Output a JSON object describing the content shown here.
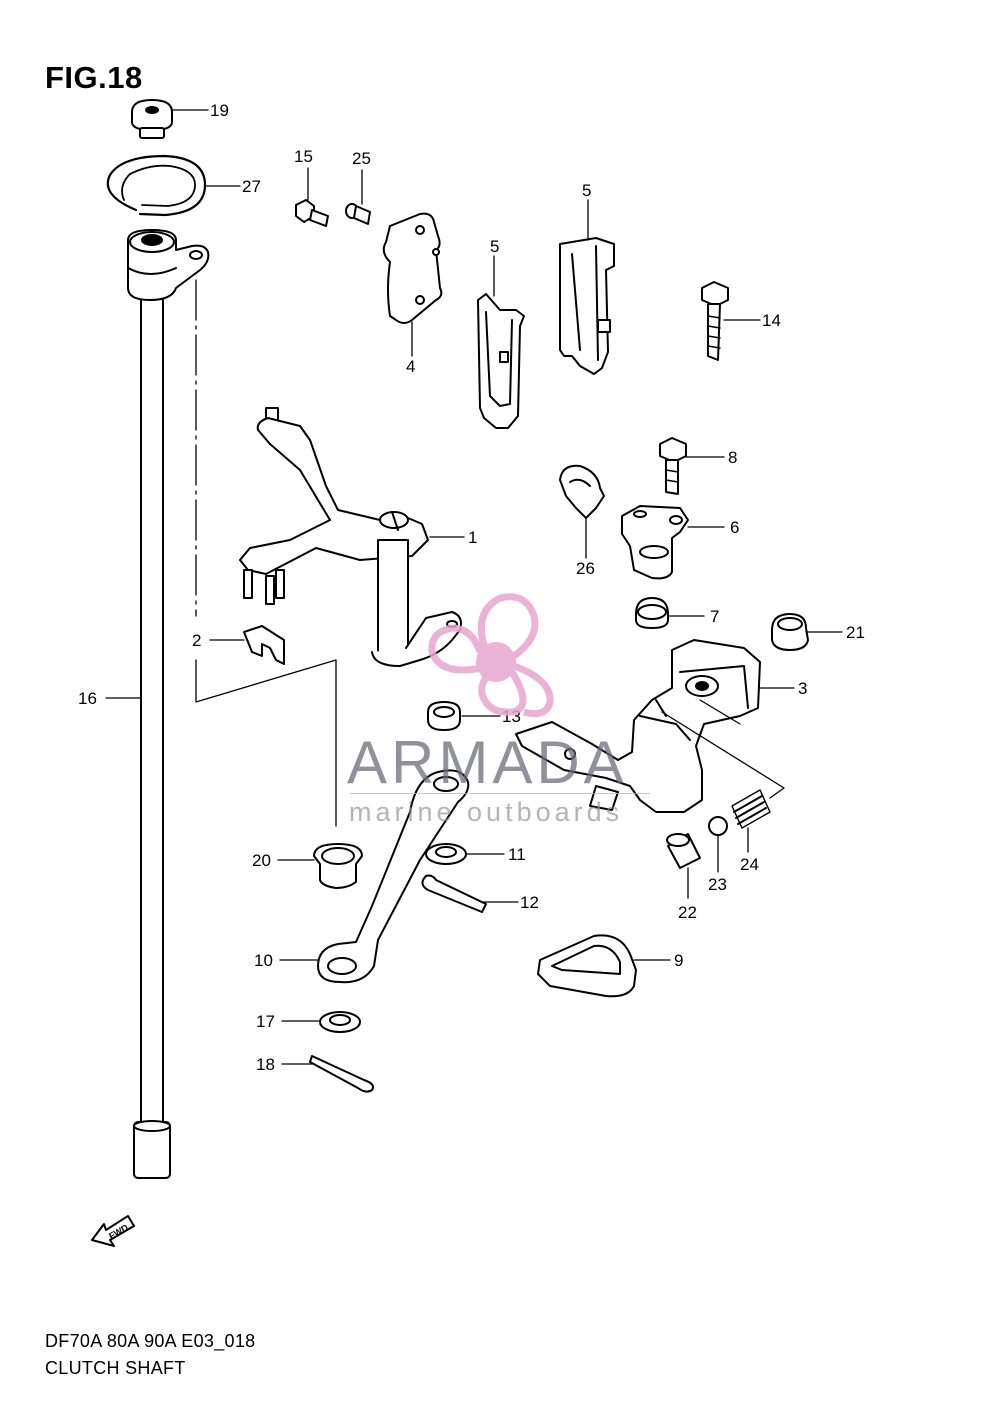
{
  "figure": {
    "title": "FIG.18",
    "code": "DF70A 80A 90A E03_018",
    "name": "CLUTCH SHAFT"
  },
  "watermark": {
    "brand": "ARMADA",
    "tagline": "marine outboards",
    "accent_color": "#e7a6cf",
    "text_color": "#6e737c"
  },
  "direction_arrow": {
    "label": "FWD"
  },
  "callouts": {
    "c1": "1",
    "c2": "2",
    "c3": "3",
    "c4": "4",
    "c5a": "5",
    "c5b": "5",
    "c6": "6",
    "c7": "7",
    "c8": "8",
    "c9": "9",
    "c10": "10",
    "c11": "11",
    "c12": "12",
    "c13": "13",
    "c14": "14",
    "c15": "15",
    "c16": "16",
    "c17": "17",
    "c18": "18",
    "c19": "19",
    "c20": "20",
    "c21": "21",
    "c22": "22",
    "c23": "23",
    "c24": "24",
    "c25": "25",
    "c26": "26",
    "c27": "27"
  }
}
